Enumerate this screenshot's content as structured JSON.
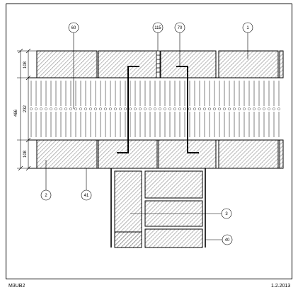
{
  "drawing": {
    "code": "M3UB2",
    "date": "1.2.2013"
  },
  "callouts": {
    "c60": "60",
    "c115": "115",
    "c70": "70",
    "c1": "1",
    "c2": "2",
    "c41": "41",
    "c3": "3",
    "c40": "40"
  },
  "dimensions": {
    "total": "466",
    "top_course": "108",
    "insulation": "232",
    "bottom_course": "108"
  },
  "colors": {
    "line": "#000000",
    "hatch": "#555555",
    "paper": "#ffffff"
  }
}
